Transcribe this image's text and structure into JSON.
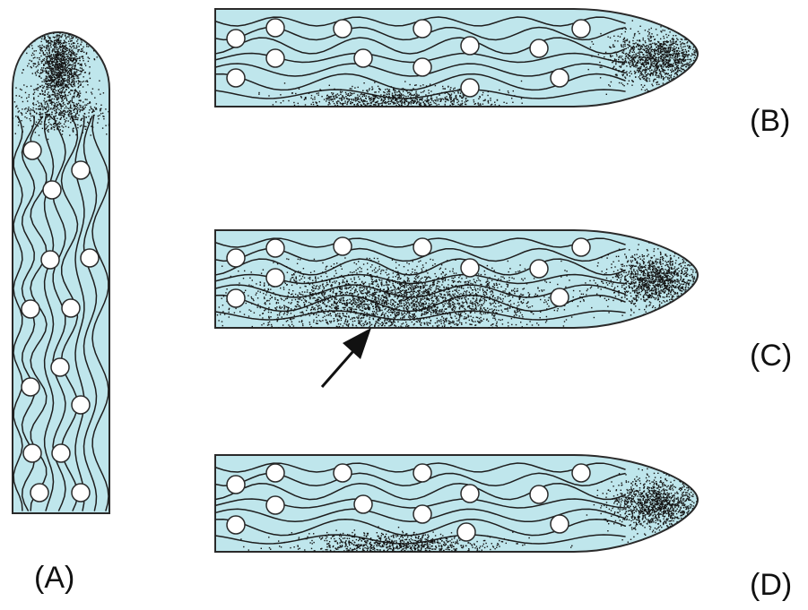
{
  "labels": {
    "a": "(A)",
    "b": "(B)",
    "c": "(C)",
    "d": "(D)"
  },
  "colors": {
    "cell_fill": "#bfe6ec",
    "outline": "#2a2a2a",
    "fiber": "#1e1e1e",
    "stipple": "#151515",
    "bead_fill": "#ffffff",
    "arrow": "#111111"
  }
}
